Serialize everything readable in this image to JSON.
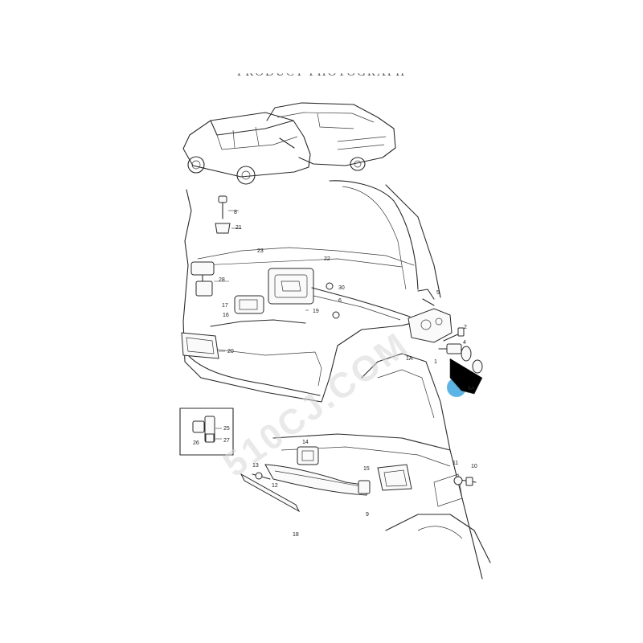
{
  "heading": "PRODUCT PHOTOGRAPH",
  "watermark": "510CJ.COM",
  "callouts": [
    "1",
    "1A",
    "2",
    "4",
    "4A",
    "5",
    "6",
    "8",
    "9",
    "10",
    "11",
    "12",
    "13",
    "14",
    "15",
    "16",
    "17",
    "18",
    "19",
    "20",
    "21",
    "22",
    "23",
    "25",
    "26",
    "27",
    "28",
    "30"
  ],
  "colors": {
    "highlight": "#3fa7e0",
    "line": "#2a2a2a"
  }
}
